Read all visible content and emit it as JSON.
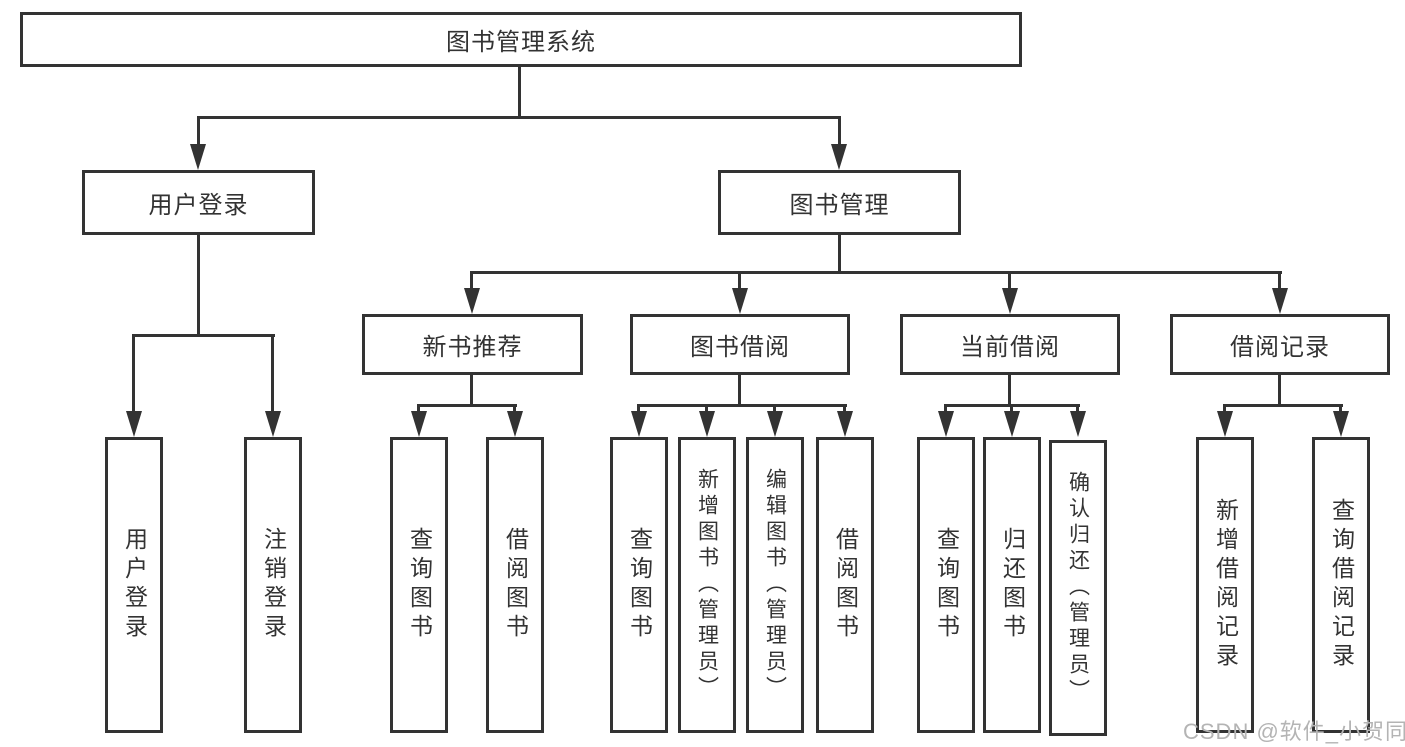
{
  "diagram": {
    "root": {
      "label": "图书管理系统"
    },
    "tree": [
      {
        "label": "用户登录",
        "children": [
          {
            "label": "用户登录"
          },
          {
            "label": "注销登录"
          }
        ]
      },
      {
        "label": "图书管理",
        "children": [
          {
            "label": "新书推荐",
            "children": [
              {
                "label": "查询图书"
              },
              {
                "label": "借阅图书"
              }
            ]
          },
          {
            "label": "图书借阅",
            "children": [
              {
                "label": "查询图书"
              },
              {
                "label": "新增图书（管理员）"
              },
              {
                "label": "编辑图书（管理员）"
              },
              {
                "label": "借阅图书"
              }
            ]
          },
          {
            "label": "当前借阅",
            "children": [
              {
                "label": "查询图书"
              },
              {
                "label": "归还图书"
              },
              {
                "label": "确认归还（管理员）"
              }
            ]
          },
          {
            "label": "借阅记录",
            "children": [
              {
                "label": "新增借阅记录"
              },
              {
                "label": "查询借阅记录"
              }
            ]
          }
        ]
      }
    ],
    "watermark": {
      "text": "CSDN @软件_小贺同学"
    },
    "colors": {
      "line": "#333333",
      "text": "#333333",
      "watermark": "#b4b4b4",
      "background": "#ffffff"
    }
  }
}
